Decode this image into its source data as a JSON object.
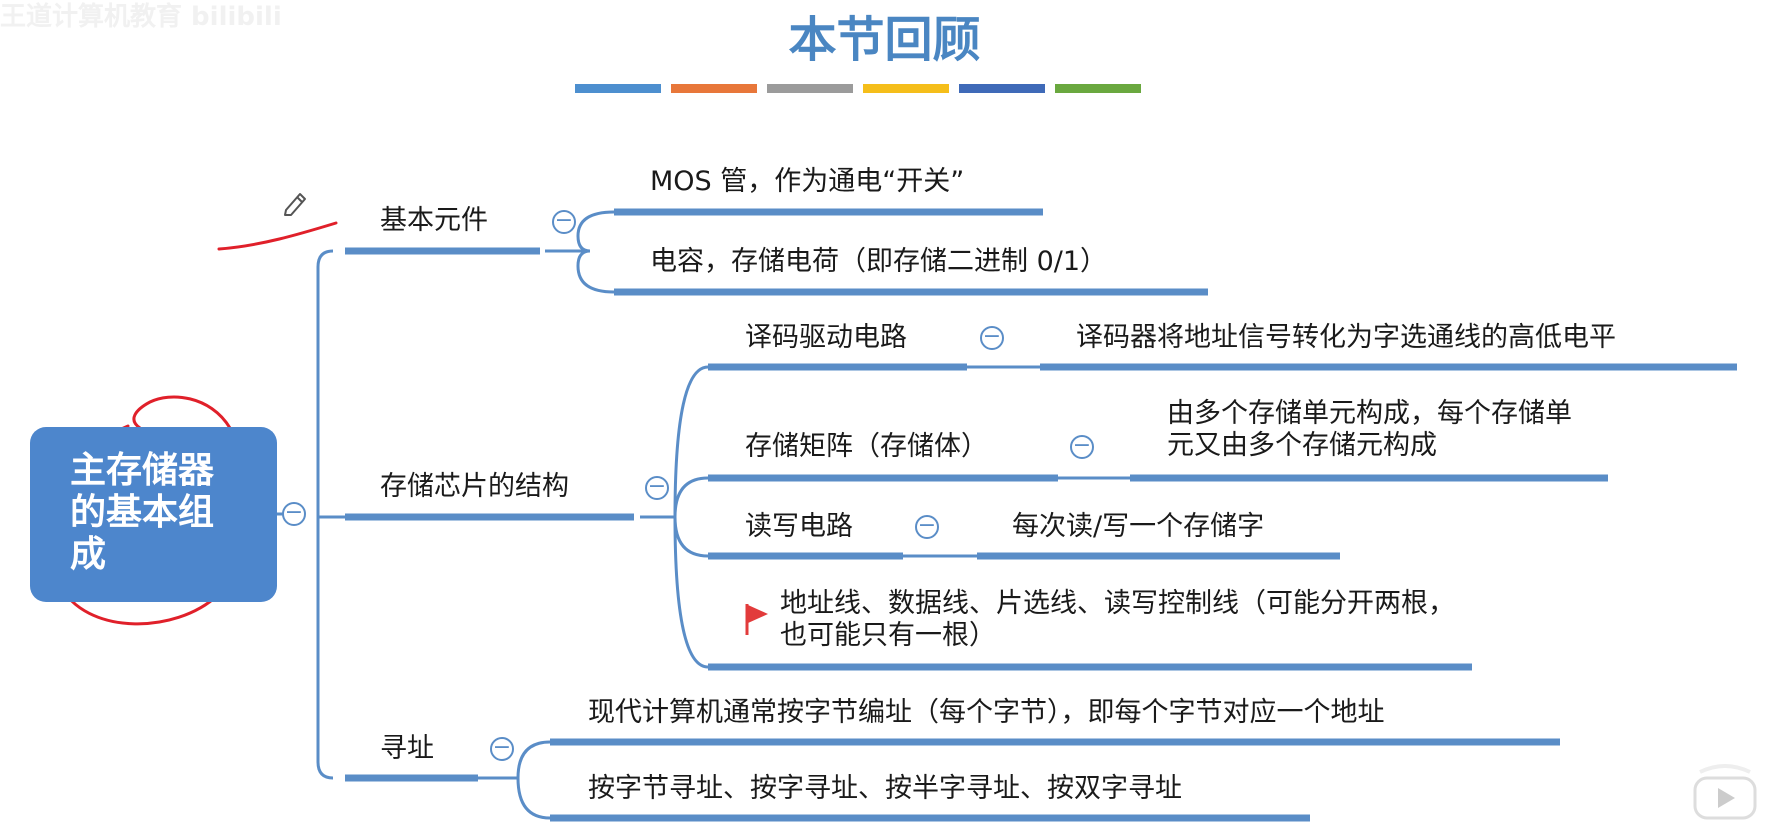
{
  "watermark": "王道计算机教育 bilibili",
  "title": "本节回顾",
  "color_bars": [
    "#4d8fcf",
    "#e8773a",
    "#9b9b9b",
    "#f5be1a",
    "#3f6ab8",
    "#6aa83f"
  ],
  "root": {
    "label": "主存储器的基本组成"
  },
  "branches": {
    "basic": {
      "label": "基本元件",
      "children": [
        "MOS 管，作为通电“开关”",
        "电容，存储电荷（即存储二进制 0/1）"
      ]
    },
    "chip": {
      "label": "存储芯片的结构",
      "decoder": {
        "label": "译码驱动电路",
        "detail": "译码器将地址信号转化为字选通线的高低电平"
      },
      "matrix": {
        "label": "存储矩阵（存储体）",
        "detail": "由多个存储单元构成，每个存储单元又由多个存储元构成"
      },
      "rw": {
        "label": "读写电路",
        "detail": "每次读/写一个存储字"
      },
      "lines": "地址线、数据线、片选线、读写控制线（可能分开两根，也可能只有一根）"
    },
    "addressing": {
      "label": "寻址",
      "children": [
        "现代计算机通常按字节编址（每个字节），即每个字节对应一个地址",
        "按字节寻址、按字寻址、按半字寻址、按双字寻址"
      ]
    }
  },
  "icons": {
    "collapse": "⊖",
    "flag": "flag-icon",
    "pencil": "pencil-icon",
    "play": "play-icon"
  },
  "colors": {
    "line": "#5a8dc7",
    "root_fill": "#4d86cc",
    "title": "#4a86c2",
    "annotation": "#e0202a",
    "flag": "#e23b3b"
  }
}
